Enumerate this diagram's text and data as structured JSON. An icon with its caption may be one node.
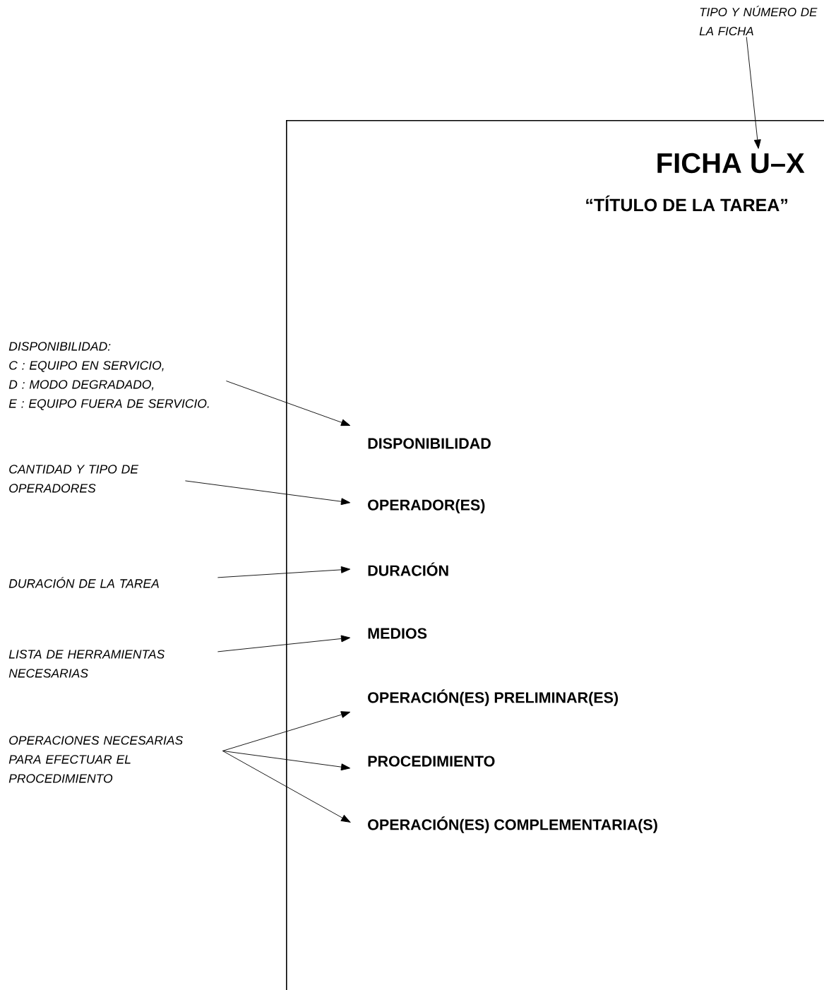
{
  "diagram": {
    "nodes": [
      {
        "text": [
          "TIPO Y NÚMERO DE LA FICHA"
        ]
      },
      {
        "text": [],
        "shape": "box"
      },
      {
        "text": [
          "FICHA U–X"
        ],
        "in": 1
      },
      {
        "text": [
          "DISPONIBILIDAD"
        ],
        "in": 1
      },
      {
        "text": [
          "OPERADOR(ES)"
        ],
        "in": 1
      },
      {
        "text": [
          "DURACIÓN"
        ],
        "in": 1
      },
      {
        "text": [
          "MEDIOS"
        ],
        "in": 1
      },
      {
        "text": [
          "OPERACIÓN(ES) PRELIMINAR(ES)"
        ],
        "in": 1
      },
      {
        "text": [
          "PROCEDIMIENTO"
        ],
        "in": 1
      },
      {
        "text": [
          "OPERACIÓN(ES) COMPLEMENTARIA(S)"
        ],
        "in": 1
      },
      {
        "text": [
          "DISPONIBILIDAD:",
          "C : EQUIPO EN SERVICIO,",
          "D : MODO DEGRADADO,",
          "E : EQUIPO FUERA DE SERVICIO."
        ]
      },
      {
        "text": [
          "CANTIDAD Y TIPO DE OPERADORES"
        ]
      },
      {
        "text": [
          "DURACIÓN DE LA TAREA"
        ]
      },
      {
        "text": [
          "LISTA DE HERRAMIENTAS NECESARIAS"
        ]
      },
      {
        "text": [
          "OPERACIONES NECESARIAS PARA EFECTUAR EL PROCEDIMIENTO"
        ]
      }
    ],
    "edges": [
      {
        "from": 0,
        "to": 2,
        "arrow": "to"
      },
      {
        "from": 10,
        "to": 3,
        "arrow": "to"
      },
      {
        "from": 11,
        "to": 4,
        "arrow": "to"
      },
      {
        "from": 12,
        "to": 5,
        "arrow": "to"
      },
      {
        "from": 13,
        "to": 6,
        "arrow": "to"
      },
      {
        "from": 14,
        "to": 7,
        "arrow": "to"
      },
      {
        "from": 14,
        "to": 8,
        "arrow": "to"
      },
      {
        "from": 14,
        "to": 9,
        "arrow": "to"
      }
    ],
    "labels": [
      "“TÍTULO DE LA TAREA”"
    ]
  }
}
